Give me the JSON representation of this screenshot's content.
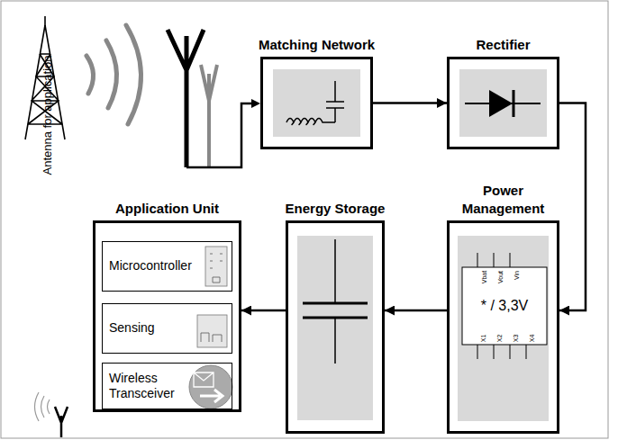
{
  "diagram": {
    "nodes": [
      {
        "text": [
          "Matching Network"
        ]
      },
      {
        "text": [
          "Rectifier"
        ]
      },
      {
        "text": [
          "Application Unit"
        ]
      },
      {
        "text": [
          "Microcontroller"
        ],
        "in": 2
      },
      {
        "text": [
          "Sensing"
        ],
        "in": 2
      },
      {
        "text": [
          "Wireless Transceiver"
        ],
        "in": 2
      },
      {
        "text": [
          "Energy Storage"
        ]
      },
      {
        "text": [
          "Power Management"
        ]
      }
    ],
    "edges": [
      {
        "from": 0,
        "to": 1,
        "arrow": "to"
      },
      {
        "from": 1,
        "to": 7,
        "arrow": "to"
      },
      {
        "from": 7,
        "to": 6,
        "arrow": "to"
      },
      {
        "from": 6,
        "to": 2,
        "arrow": "to"
      }
    ],
    "labels": [
      "Antenna for application",
      "* / 3,3V",
      "Vbat",
      "Vout",
      "Vin",
      "X1",
      "X2",
      "X3",
      "X4"
    ]
  }
}
